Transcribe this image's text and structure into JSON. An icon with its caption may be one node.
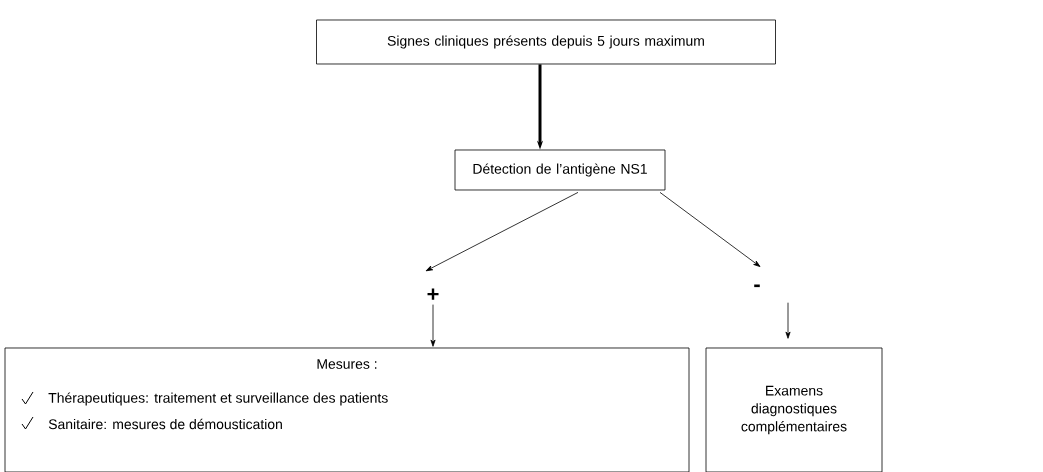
{
  "diagram": {
    "nodes": [
      {
        "text": [
          "Signes cliniques présents depuis 5 jours maximum"
        ]
      },
      {
        "text": [
          "Détection de l’antigène NS1"
        ]
      },
      {
        "text": [
          "+"
        ]
      },
      {
        "text": [
          "-"
        ]
      },
      {
        "text": [
          "Mesures :",
          "Thérapeutiques: traitement et surveillance des patients",
          "Sanitaire: mesures de démoustication"
        ]
      },
      {
        "text": [
          "Examens diagnostiques complémentaires"
        ]
      }
    ],
    "edges": [
      {
        "from": 0,
        "to": 1,
        "arrow": "to",
        "style": "thick"
      },
      {
        "from": 1,
        "to": 2,
        "arrow": "to"
      },
      {
        "from": 1,
        "to": 3,
        "arrow": "to"
      },
      {
        "from": 2,
        "to": 4,
        "arrow": "to"
      },
      {
        "from": 3,
        "to": 5,
        "arrow": "to"
      }
    ]
  }
}
